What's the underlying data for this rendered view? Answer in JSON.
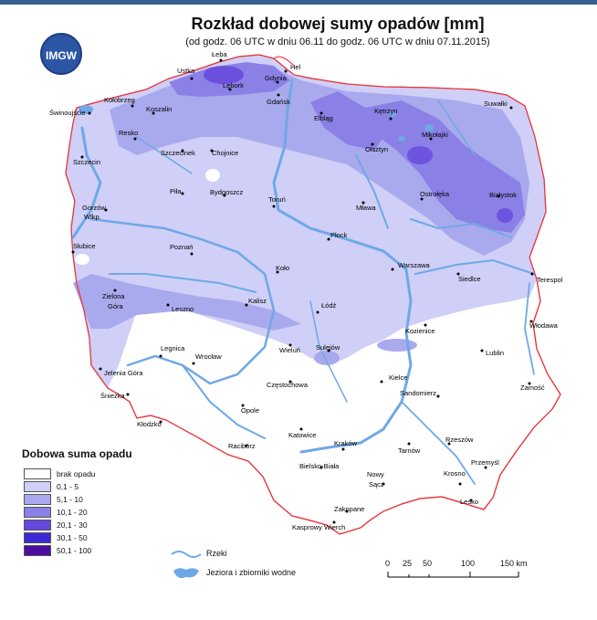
{
  "header": {
    "title": "Rozkład dobowej sumy opadów [mm]",
    "subtitle": "(od godz. 06 UTC w dniu 06.11 do godz. 06 UTC w dniu 07.11.2015)",
    "logo_text": "IMGW"
  },
  "legend": {
    "title": "Dobowa suma opadu",
    "classes": [
      {
        "label": "brak opadu",
        "color": "#ffffff"
      },
      {
        "label": "0,1 - 5",
        "color": "#cfcff7"
      },
      {
        "label": "5,1 - 10",
        "color": "#a9a9ee"
      },
      {
        "label": "10,1 - 20",
        "color": "#8a80e6"
      },
      {
        "label": "20,1 - 30",
        "color": "#6548dc"
      },
      {
        "label": "30,1 - 50",
        "color": "#3c2ad6"
      },
      {
        "label": "50,1 - 100",
        "color": "#4b0d9e"
      }
    ]
  },
  "symbols": {
    "rivers_label": "Rzeki",
    "lakes_label": "Jeziora i zbiorniki wodne",
    "river_color": "#6fa8e6",
    "border_color": "#e8323a"
  },
  "scale": {
    "ticks": [
      "0",
      "25",
      "50",
      "100",
      "150 km"
    ]
  },
  "cities": {
    "leba": "Łeba",
    "ustka": "Ustka",
    "hel": "Hel",
    "gdynia": "Gdynia",
    "lebork": "Lębork",
    "gdansk": "Gdańsk",
    "kolobrzeg": "Kołobrzeg",
    "koszalin": "Koszalin",
    "swinoujscie": "Świnoujście",
    "elblag": "Elbląg",
    "ketrzyn": "Kętrzyn",
    "suwalki": "Suwałki",
    "mikolajki": "Mikołajki",
    "resko": "Resko",
    "szczecinek": "Szczecinek",
    "chojnice": "Chojnice",
    "olsztyn": "Olsztyn",
    "szczecin": "Szczecin",
    "ostroleka": "Ostrołęka",
    "bialystok": "Białystok",
    "pila": "Piła",
    "bydgoszcz": "Bydgoszcz",
    "torun": "Toruń",
    "mlawa": "Mława",
    "gorzow": "Gorzów",
    "wlkp": "Wlkp.",
    "slubice": "Słubice",
    "poznan": "Poznań",
    "plock": "Płock",
    "warszawa": "Warszawa",
    "kolo": "Koło",
    "siedlce": "Siedlce",
    "terespol": "Terespol",
    "zielona": "Zielona",
    "gora": "Góra",
    "leszno": "Leszno",
    "kalisz": "Kalisz",
    "lodz": "Łódź",
    "kozienice": "Kozienice",
    "wlodawa": "Włodawa",
    "legnica": "Legnica",
    "wroclaw": "Wrocław",
    "wielun": "Wieluń",
    "sulejow": "Sulejów",
    "lublin": "Lublin",
    "jelenia": "Jelenia Góra",
    "sniezka": "Śnieżka",
    "czestochowa": "Częstochowa",
    "kielce": "Kielce",
    "sandomierz": "Sandomierz",
    "zamosc": "Zamość",
    "opole": "Opole",
    "klodzko": "Kłodzko",
    "katowice": "Katowice",
    "raciborz": "Racibórz",
    "krakow": "Kraków",
    "tarnow": "Tarnów",
    "rzeszow": "Rzeszów",
    "przemysl": "Przemyśl",
    "bielsko": "Bielsko-Biała",
    "nowy": "Nowy",
    "sacz": "Sącz",
    "krosno": "Krosno",
    "lesko": "Lesko",
    "zakopane": "Zakopane",
    "kasprowy": "Kasprowy Wierch"
  }
}
